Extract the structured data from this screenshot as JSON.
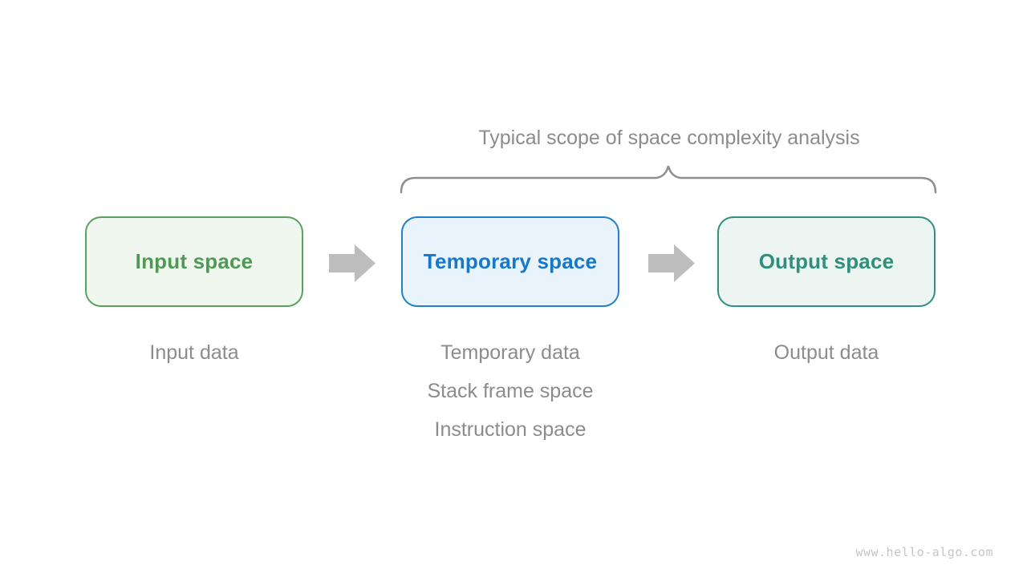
{
  "title": "Typical scope of space complexity analysis",
  "boxes": [
    {
      "label": "Input space",
      "border_color": "#5aa05e",
      "fill_color": "#f0f7ef",
      "text_color": "#4e9a54",
      "notes": [
        "Input data"
      ]
    },
    {
      "label": "Temporary space",
      "border_color": "#1e81c9",
      "fill_color": "#e9f3fc",
      "text_color": "#1778c9",
      "notes": [
        "Temporary data",
        "Stack frame space",
        "Instruction space"
      ]
    },
    {
      "label": "Output space",
      "border_color": "#31907e",
      "fill_color": "#ecf5f1",
      "text_color": "#2f8f7c",
      "notes": [
        "Output data"
      ]
    }
  ],
  "arrow_color": "#bdbdbd",
  "brace_color": "#8f8f8f",
  "label_color": "#8c8c8c",
  "background_color": "#ffffff",
  "watermark": "www.hello-algo.com",
  "watermark_color": "#c6c6c6"
}
